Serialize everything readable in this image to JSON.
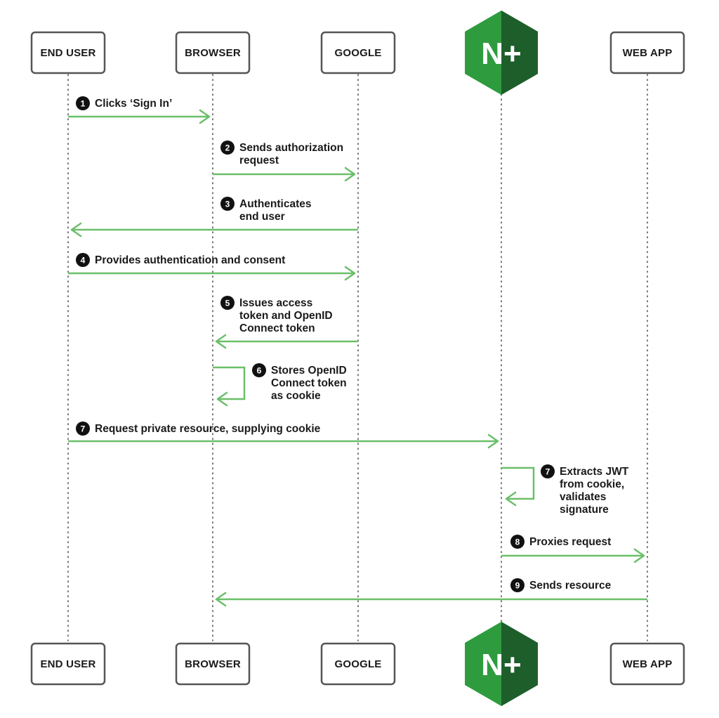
{
  "participants": [
    {
      "key": "end-user",
      "label": "END USER",
      "type": "box"
    },
    {
      "key": "browser",
      "label": "BROWSER",
      "type": "box"
    },
    {
      "key": "google",
      "label": "GOOGLE",
      "type": "box"
    },
    {
      "key": "nginx-plus",
      "label": "N+",
      "type": "logo",
      "icon": "nginx-plus-logo-icon"
    },
    {
      "key": "web-app",
      "label": "WEB APP",
      "type": "box"
    }
  ],
  "colors": {
    "arrow": "#6abf69",
    "box_border": "#555555",
    "lifeline": "#555555",
    "badge": "#111111",
    "logo_light": "#2e9c3e",
    "logo_dark": "#1e5e2b"
  },
  "steps": [
    {
      "number": "1",
      "lines": [
        "Clicks ‘Sign In’"
      ],
      "from": "end-user",
      "to": "browser"
    },
    {
      "number": "2",
      "lines": [
        "Sends authorization",
        "request"
      ],
      "from": "browser",
      "to": "google"
    },
    {
      "number": "3",
      "lines": [
        "Authenticates",
        "end user"
      ],
      "from": "google",
      "to": "end-user"
    },
    {
      "number": "4",
      "lines": [
        "Provides authentication and consent"
      ],
      "from": "end-user",
      "to": "google"
    },
    {
      "number": "5",
      "lines": [
        "Issues access",
        "token and OpenID",
        "Connect token"
      ],
      "from": "google",
      "to": "browser"
    },
    {
      "number": "6",
      "lines": [
        "Stores OpenID",
        "Connect token",
        "as cookie"
      ],
      "from": "browser",
      "to": "browser"
    },
    {
      "number": "7",
      "lines": [
        "Request private resource, supplying cookie"
      ],
      "from": "end-user",
      "to": "nginx-plus"
    },
    {
      "number": "7",
      "lines": [
        "Extracts JWT",
        "from cookie,",
        "validates",
        "signature"
      ],
      "from": "nginx-plus",
      "to": "nginx-plus"
    },
    {
      "number": "8",
      "lines": [
        "Proxies request"
      ],
      "from": "nginx-plus",
      "to": "web-app"
    },
    {
      "number": "9",
      "lines": [
        "Sends resource"
      ],
      "from": "web-app",
      "to": "browser"
    }
  ]
}
